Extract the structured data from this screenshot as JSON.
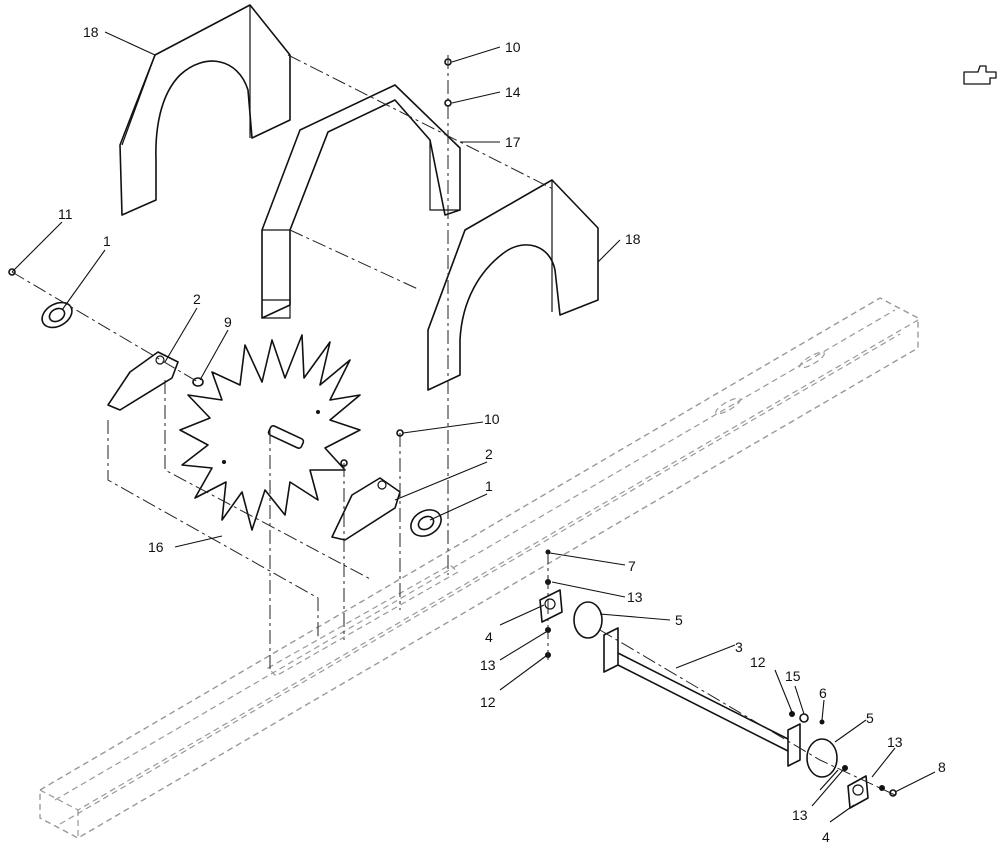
{
  "diagram": {
    "callouts": [
      "18",
      "10",
      "14",
      "17",
      "18",
      "11",
      "1",
      "2",
      "9",
      "10",
      "2",
      "1",
      "16",
      "7",
      "13",
      "5",
      "4",
      "13",
      "12",
      "3",
      "12",
      "15",
      "6",
      "5",
      "13",
      "8",
      "13",
      "4"
    ]
  },
  "icons": {
    "next_page": "hand-pointing-right-icon"
  }
}
